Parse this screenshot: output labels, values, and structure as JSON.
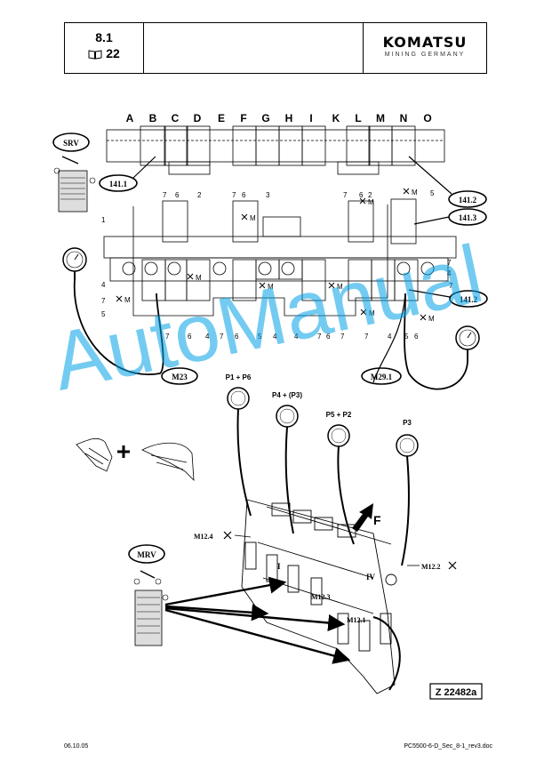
{
  "header": {
    "section": "8.1",
    "page": "22",
    "brand": "KOMATSU",
    "brand_sub": "MINING GERMANY"
  },
  "columns": [
    "A",
    "B",
    "C",
    "D",
    "E",
    "F",
    "G",
    "H",
    "I",
    "K",
    "L",
    "M",
    "N",
    "O"
  ],
  "callouts": {
    "srv": "SRV",
    "mrv": "MRV",
    "c141_1": "141.1",
    "c141_2a": "141.2",
    "c141_3": "141.3",
    "c141_2b": "141.2",
    "m23": "M23",
    "m29": "M29.1"
  },
  "gauges": {
    "g1": "P1 + P6",
    "g2": "P4 + (P3)",
    "g3": "P5 + P2",
    "g4": "P3"
  },
  "ports": {
    "m124": "M12.4",
    "m122": "M12.2",
    "m123": "M12.3",
    "m121": "M12.1",
    "m": "M"
  },
  "arrow_label": "F",
  "roman": {
    "r1": "I",
    "r4": "IV"
  },
  "figure_id": "Z 22482a",
  "watermark": "AutoManual",
  "footer": {
    "date": "06.10.05",
    "doc": "PC5500-6-D_Sec_8-1_rev3.doc"
  }
}
